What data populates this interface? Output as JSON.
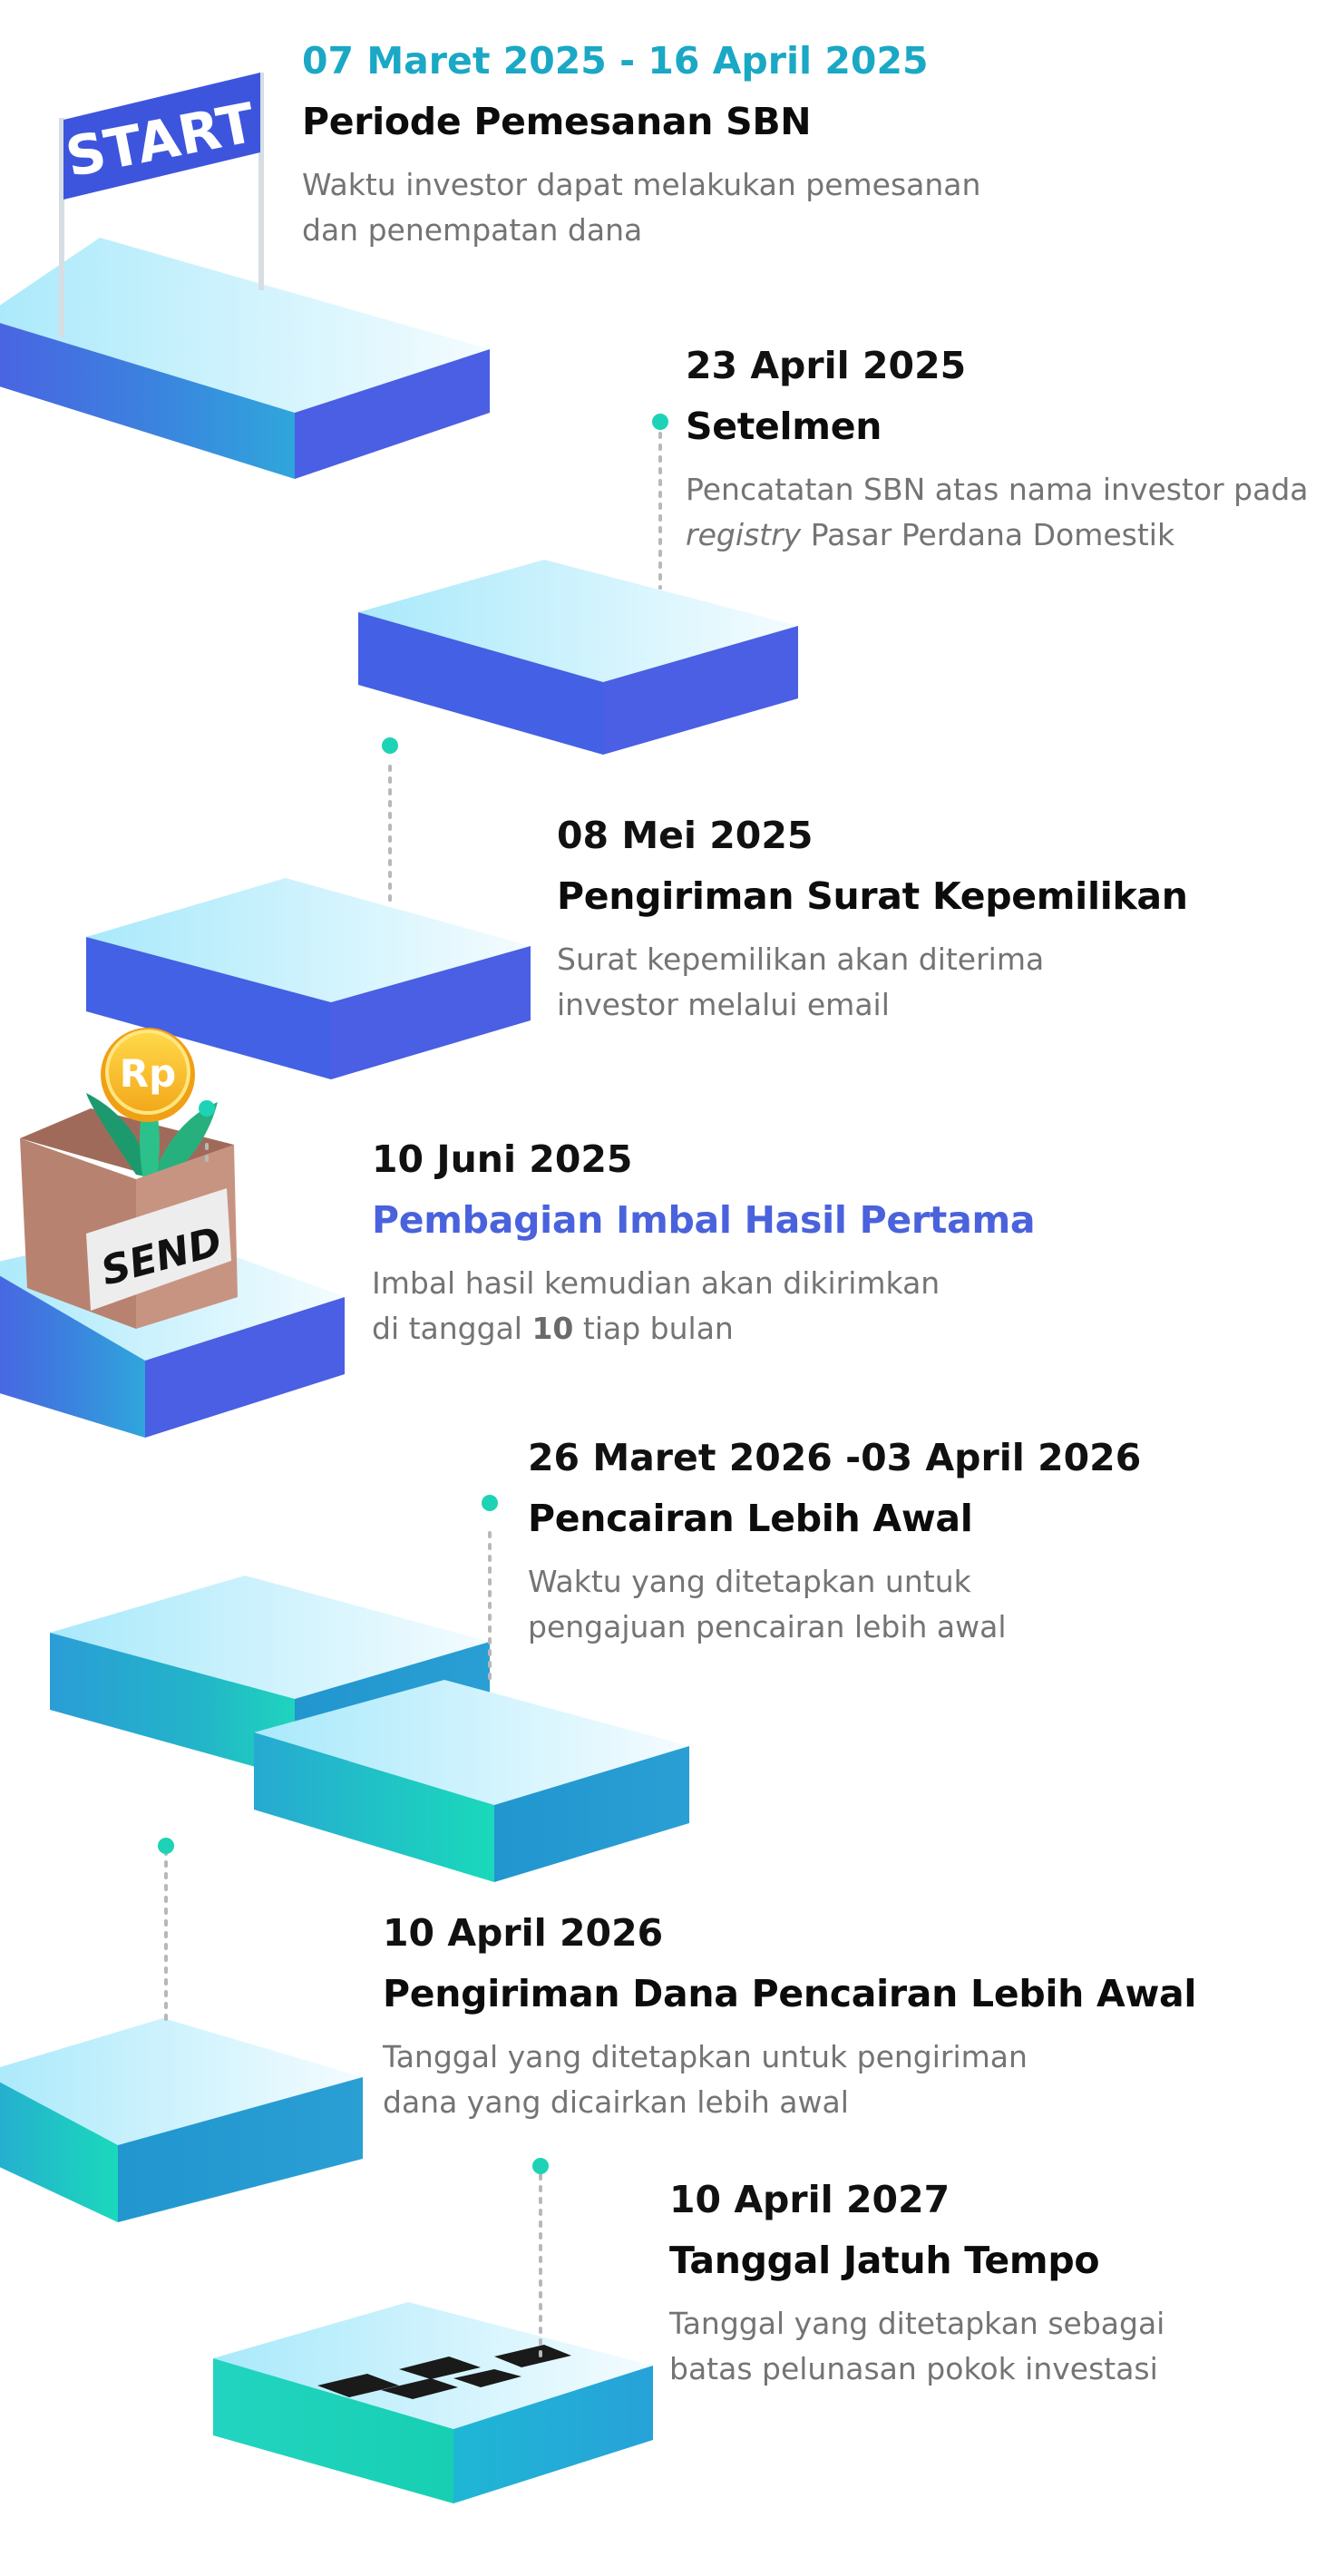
{
  "illustrations": {
    "start_flag_text": "START",
    "coin_text": "Rp",
    "box_text": "SEND",
    "icons": [
      "start-flag-icon",
      "money-box-icon",
      "coin-icon",
      "checkered-finish-icon"
    ]
  },
  "colors": {
    "accent_teal": "#1aa8c5",
    "accent_blue": "#4a62dc",
    "dot_teal": "#1ed3b5",
    "block_blue_side": "#4a5fe3",
    "block_teal_side": "#1fc9c0",
    "block_top": "#c9f1fb"
  },
  "steps": [
    {
      "date": "07 Maret 2025 - 16 April 2025",
      "title": "Periode Pemesanan SBN",
      "desc_line1": "Waktu investor dapat melakukan pemesanan",
      "desc_line2": "dan penempatan dana"
    },
    {
      "date": "23 April 2025",
      "title": "Setelmen",
      "desc_line1": "Pencatatan SBN atas nama investor pada",
      "desc_line2_italic": "registry",
      "desc_line2_rest": " Pasar Perdana Domestik"
    },
    {
      "date": "08 Mei 2025",
      "title": "Pengiriman Surat Kepemilikan",
      "desc_line1": "Surat kepemilikan akan diterima",
      "desc_line2": "investor melalui email"
    },
    {
      "date": "10 Juni 2025",
      "title": "Pembagian Imbal Hasil Pertama",
      "desc_line1": "Imbal hasil kemudian akan dikirimkan",
      "desc_line2_pre": "di tanggal ",
      "desc_line2_bold": "10",
      "desc_line2_post": " tiap bulan"
    },
    {
      "date": "26 Maret 2026 -03 April 2026",
      "title": "Pencairan Lebih Awal",
      "desc_line1": "Waktu yang ditetapkan untuk",
      "desc_line2": "pengajuan pencairan lebih awal"
    },
    {
      "date": "10 April 2026",
      "title": "Pengiriman Dana Pencairan Lebih Awal",
      "desc_line1": "Tanggal yang ditetapkan untuk pengiriman",
      "desc_line2": "dana yang dicairkan lebih awal"
    },
    {
      "date": "10 April 2027",
      "title": "Tanggal Jatuh Tempo",
      "desc_line1": "Tanggal yang ditetapkan sebagai",
      "desc_line2": "batas pelunasan pokok investasi"
    }
  ]
}
